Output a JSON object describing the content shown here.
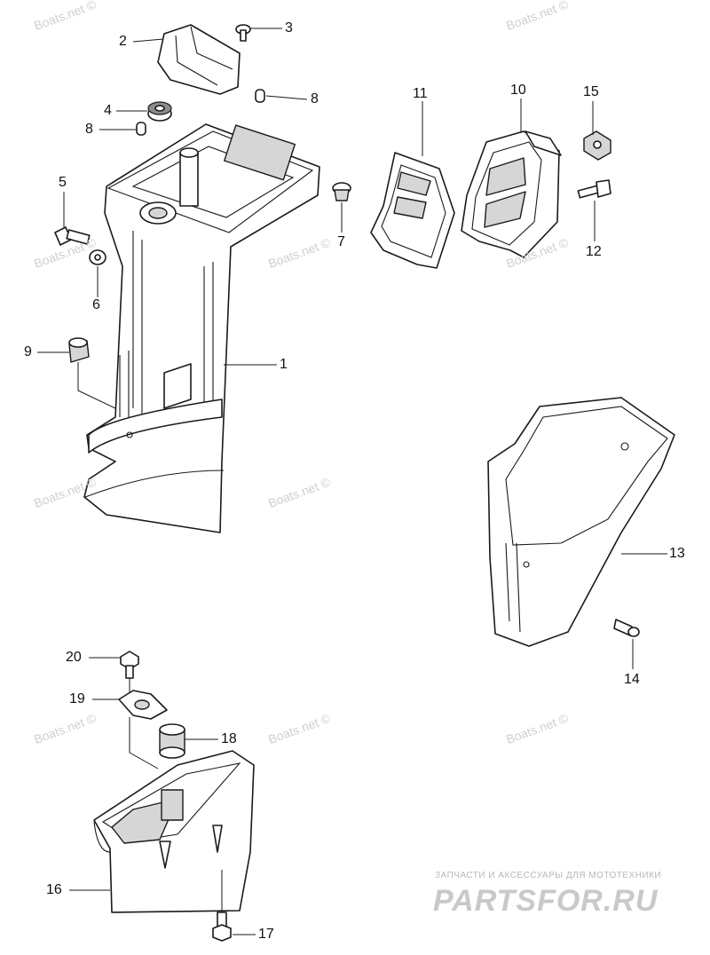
{
  "callouts": {
    "c1": "1",
    "c2": "2",
    "c3": "3",
    "c4": "4",
    "c5": "5",
    "c6": "6",
    "c7": "7",
    "c8a": "8",
    "c8b": "8",
    "c9": "9",
    "c10": "10",
    "c11": "11",
    "c12": "12",
    "c13": "13",
    "c14": "14",
    "c15": "15",
    "c16": "16",
    "c17": "17",
    "c18": "18",
    "c19": "19",
    "c20": "20"
  },
  "watermarks": {
    "w1": "Boats.net ©",
    "w2": "Boats.net ©",
    "w3": "Boats.net ©",
    "w4": "Boats.net ©",
    "w5": "Boats.net ©",
    "w6": "Boats.net ©",
    "w7": "Boats.net ©",
    "w8": "Boats.net ©",
    "w9": "Boats.net ©",
    "w10": "Boats.net ©"
  },
  "brand": {
    "tagline": "ЗАПЧАСТИ И АКСЕССУАРЫ ДЛЯ МОТОТЕХНИКИ",
    "logo": "PARTSFOR.RU"
  }
}
